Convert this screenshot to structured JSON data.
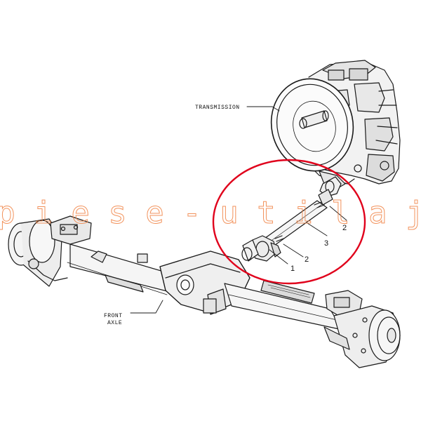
{
  "labels": {
    "transmission": "TRANSMISSION",
    "front_axle_line1": "FRONT",
    "front_axle_line2": "AXLE"
  },
  "callouts": {
    "c1": "1",
    "c2_upper": "2",
    "c2_lower": "2",
    "c3": "3"
  },
  "watermark": {
    "text": "p i e s e - u t i l a j",
    "color": "#f08040"
  },
  "highlight": {
    "shape": "ellipse",
    "color": "#e0001b"
  },
  "line_color": "#1a1a1a"
}
